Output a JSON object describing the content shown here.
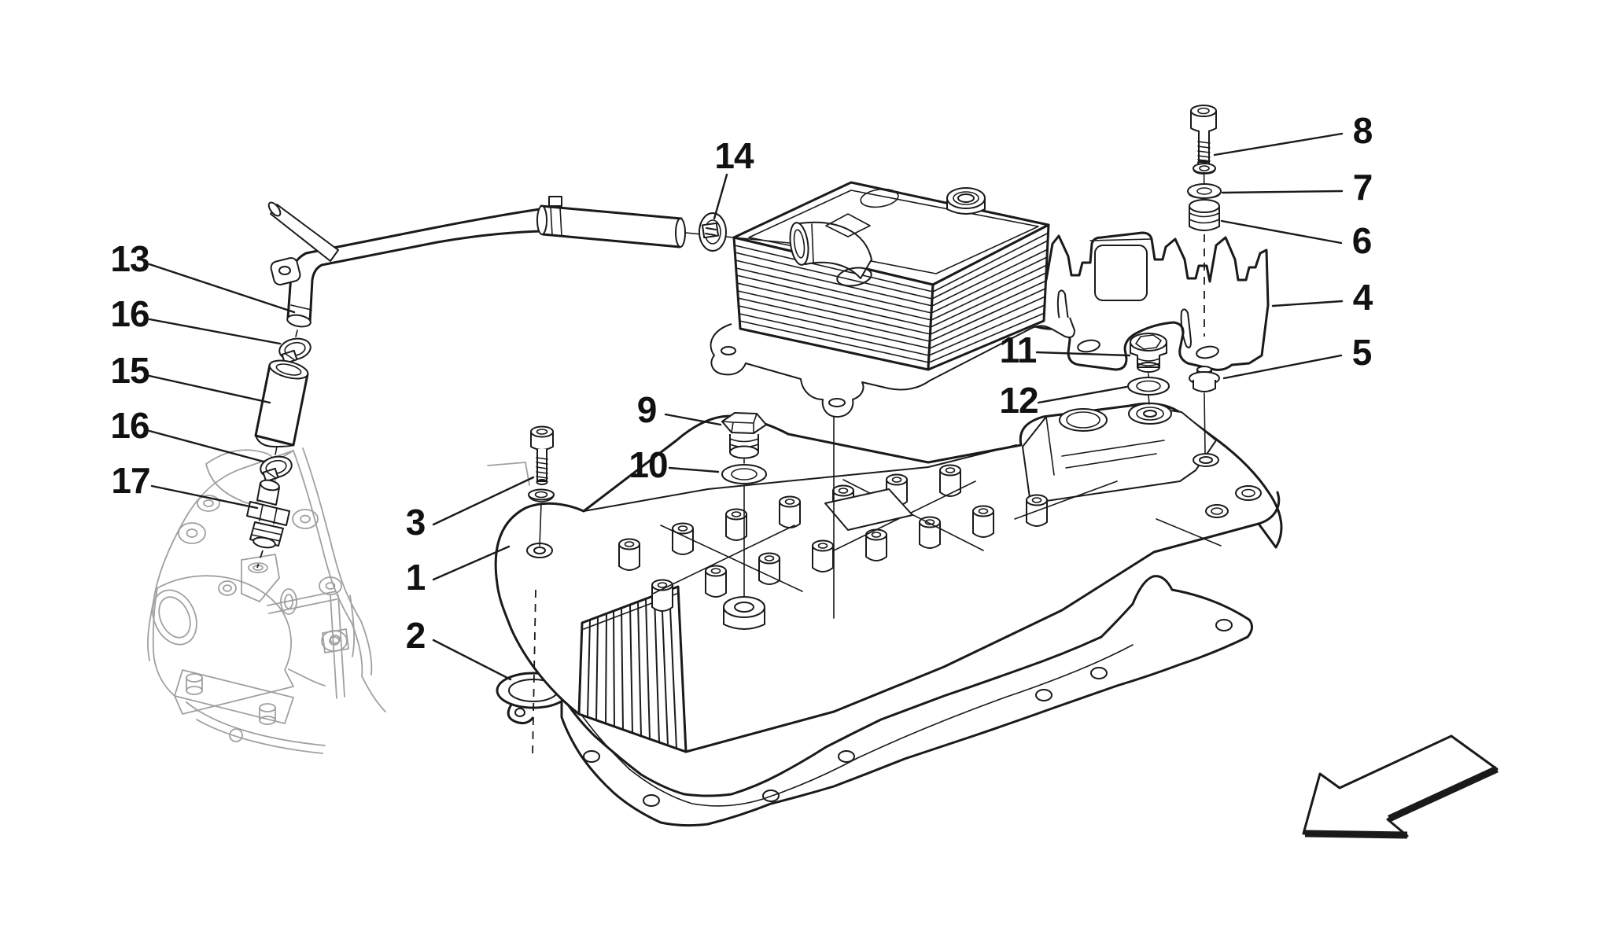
{
  "figure": {
    "kind": "exploded-parts-diagram"
  },
  "colors": {
    "bg": "#ffffff",
    "line": "#1a1a1a",
    "sketch": "#a0a0a0",
    "label": "#111111"
  },
  "callouts": {
    "n1": "1",
    "n2": "2",
    "n3": "3",
    "n4": "4",
    "n5": "5",
    "n6": "6",
    "n7": "7",
    "n8": "8",
    "n9": "9",
    "n10": "10",
    "n11": "11",
    "n12": "12",
    "n13": "13",
    "n14": "14",
    "n15": "15",
    "n16": "16",
    "n17": "17"
  }
}
